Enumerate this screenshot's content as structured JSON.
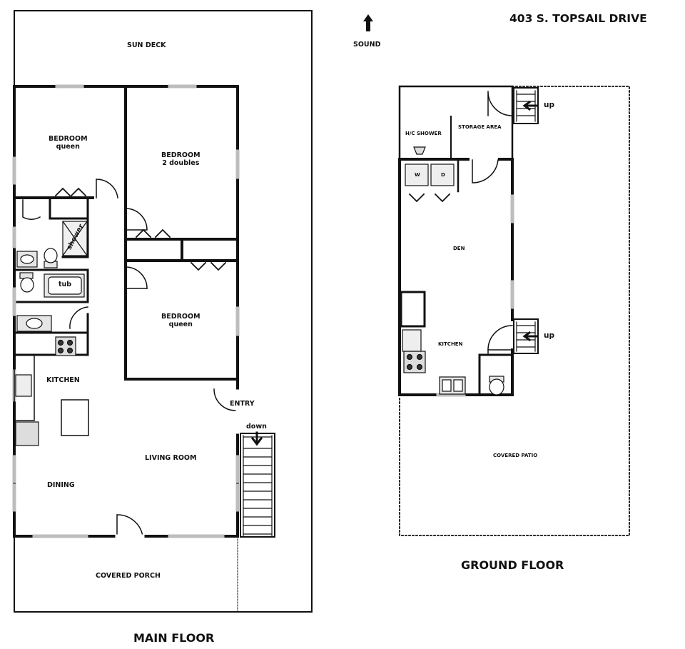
{
  "header": {
    "address": "403 S. TOPSAIL DRIVE",
    "compass_label": "SOUND"
  },
  "main_floor": {
    "title": "MAIN FLOOR",
    "rooms": {
      "sun_deck": "SUN DECK",
      "bedroom1_name": "BEDROOM",
      "bedroom1_bed": "queen",
      "bedroom2_name": "BEDROOM",
      "bedroom2_bed": "2 doubles",
      "bedroom3_name": "BEDROOM",
      "bedroom3_bed": "queen",
      "shower": "shower",
      "tub": "tub",
      "kitchen": "KITCHEN",
      "entry": "ENTRY",
      "stairs_down": "down",
      "living_room": "LIVING ROOM",
      "dining": "DINING",
      "covered_porch": "COVERED PORCH"
    }
  },
  "ground_floor": {
    "title": "GROUND FLOOR",
    "rooms": {
      "hc_shower": "H/C SHOWER",
      "storage_area": "STORAGE AREA",
      "washer": "W",
      "dryer": "D",
      "den": "DEN",
      "kitchen": "KITCHEN",
      "stairs_up_1": "up",
      "stairs_up_2": "up",
      "covered_patio": "COVERED PATIO"
    }
  }
}
